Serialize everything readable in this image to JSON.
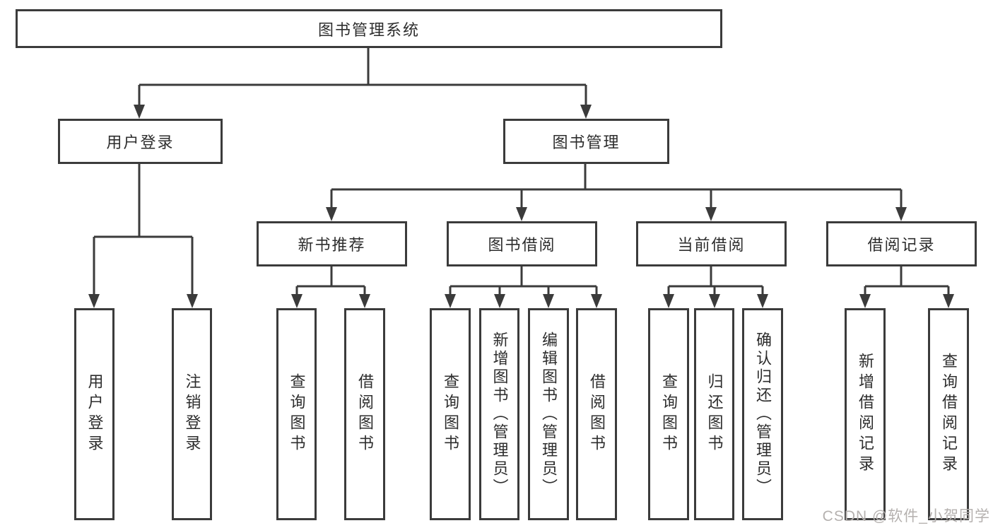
{
  "diagram": {
    "root": {
      "label": "图书管理系统"
    },
    "level2": {
      "user_login": {
        "label": "用户登录"
      },
      "book_mgmt": {
        "label": "图书管理"
      }
    },
    "level3": {
      "new_book_rec": {
        "label": "新书推荐"
      },
      "book_borrow": {
        "label": "图书借阅"
      },
      "current_borrow": {
        "label": "当前借阅"
      },
      "borrow_records": {
        "label": "借阅记录"
      }
    },
    "leaves": {
      "user_login": [
        "用户登录",
        "注销登录"
      ],
      "new_book_rec": [
        "查询图书",
        "借阅图书"
      ],
      "book_borrow": [
        "查询图书",
        "新增图书（管理员）",
        "编辑图书（管理员）",
        "借阅图书"
      ],
      "current_borrow": [
        "查询图书",
        "归还图书",
        "确认归还（管理员）"
      ],
      "borrow_records": [
        "新增借阅记录",
        "查询借阅记录"
      ]
    },
    "colors": {
      "line": "#3b3b3b",
      "text": "#2d2d2d",
      "background": "#ffffff",
      "watermark": "#b5b1af"
    },
    "watermark": "CSDN @软件_小贺同学"
  }
}
